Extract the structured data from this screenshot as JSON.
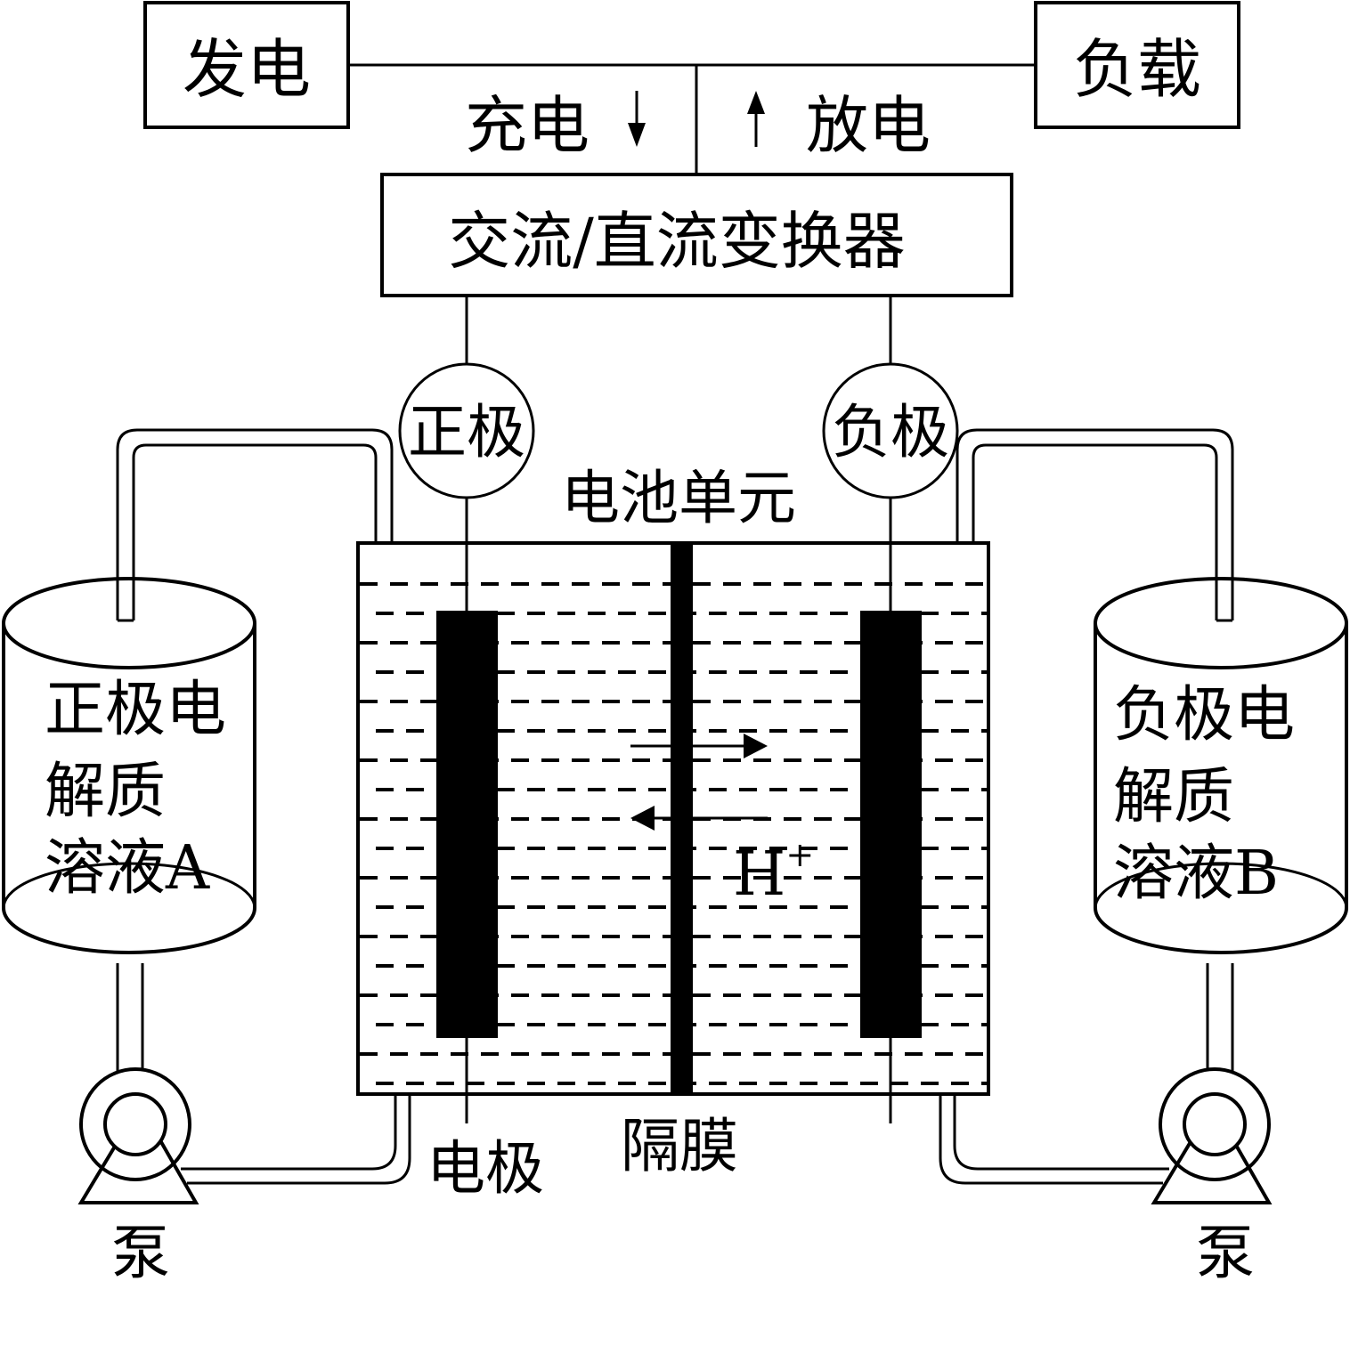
{
  "title": "液流电池工作原理示意图",
  "boxes": {
    "generation": "发电",
    "load": "负载",
    "converter": "交流/直流变换器"
  },
  "flow_labels": {
    "charge": "充电",
    "discharge": "放电",
    "charge_arrow": "↓",
    "discharge_arrow": "↑"
  },
  "electrodes": {
    "positive": "正极",
    "negative": "负极"
  },
  "cell": {
    "label": "电池单元",
    "electrode_label": "电极",
    "membrane_label": "隔膜",
    "ion": "H",
    "ion_charge": "+"
  },
  "tanks": {
    "left": [
      "正极电",
      "解质",
      "溶液A"
    ],
    "right": [
      "负极电",
      "解质",
      "溶液B"
    ]
  },
  "pumps": {
    "left": "泵",
    "right": "泵"
  },
  "colors": {
    "line": "#000000",
    "background": "#ffffff"
  }
}
